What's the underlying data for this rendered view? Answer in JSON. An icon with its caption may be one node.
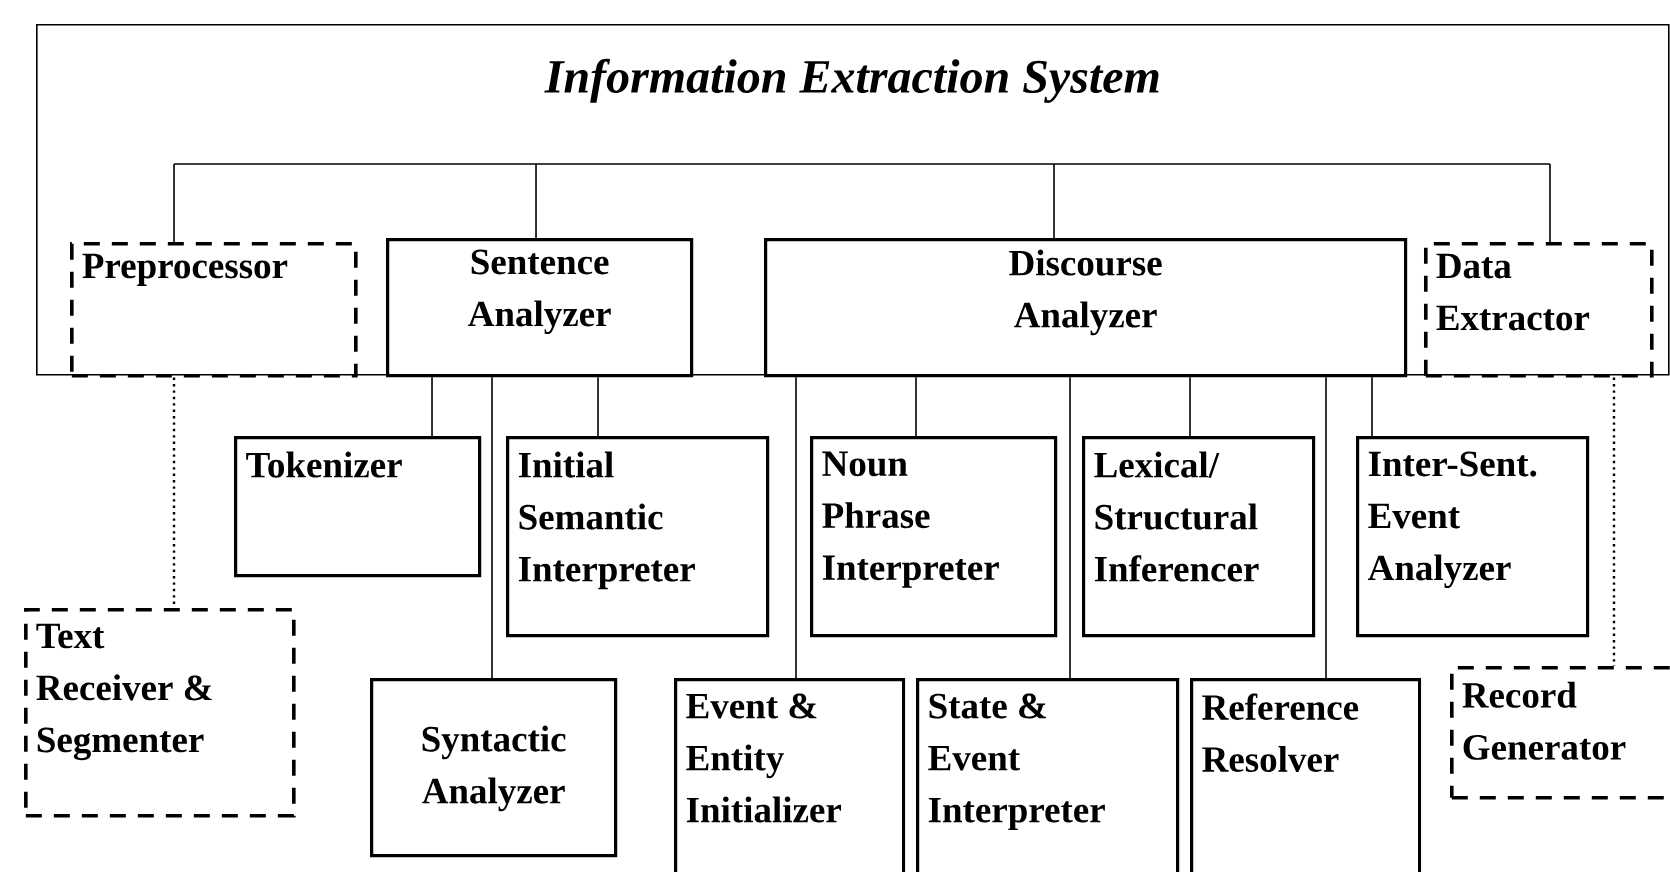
{
  "diagram": {
    "nodes": [
      {
        "text": [
          "Information Extraction System"
        ]
      },
      {
        "text": [
          "Preprocessor"
        ],
        "in": 0
      },
      {
        "text": [
          "Sentence Analyzer"
        ],
        "in": 0
      },
      {
        "text": [
          "Discourse Analyzer"
        ],
        "in": 0
      },
      {
        "text": [
          "Data Extractor"
        ],
        "in": 0
      },
      {
        "text": [
          "Tokenizer"
        ]
      },
      {
        "text": [
          "Initial Semantic Interpreter"
        ]
      },
      {
        "text": [
          "Noun Phrase Interpreter"
        ]
      },
      {
        "text": [
          "Lexical/ Structural Inferencer"
        ]
      },
      {
        "text": [
          "Inter-Sent. Event Analyzer"
        ]
      },
      {
        "text": [
          "Text Receiver & Segmenter"
        ]
      },
      {
        "text": [
          "Syntactic Analyzer"
        ]
      },
      {
        "text": [
          "Event & Entity Initializer"
        ]
      },
      {
        "text": [
          "State & Event Interpreter"
        ]
      },
      {
        "text": [
          "Reference Resolver"
        ]
      },
      {
        "text": [
          "Record Generator"
        ]
      }
    ],
    "edges": [
      {
        "from": null,
        "to": 1,
        "arrow": "none"
      },
      {
        "from": null,
        "to": 2,
        "arrow": "none"
      },
      {
        "from": null,
        "to": 3,
        "arrow": "none"
      },
      {
        "from": null,
        "to": 4,
        "arrow": "none"
      },
      {
        "from": 2,
        "to": 5,
        "arrow": "none"
      },
      {
        "from": 2,
        "to": 11,
        "arrow": "none"
      },
      {
        "from": 2,
        "to": 6,
        "arrow": "none"
      },
      {
        "from": 3,
        "to": 12,
        "arrow": "none"
      },
      {
        "from": 3,
        "to": 7,
        "arrow": "none"
      },
      {
        "from": 3,
        "to": 13,
        "arrow": "none"
      },
      {
        "from": 3,
        "to": 8,
        "arrow": "none"
      },
      {
        "from": 3,
        "to": 14,
        "arrow": "none"
      },
      {
        "from": 3,
        "to": 9,
        "arrow": "none"
      },
      {
        "from": 1,
        "to": 10,
        "arrow": "none",
        "style": "dashed"
      },
      {
        "from": 4,
        "to": 15,
        "arrow": "none",
        "style": "dashed"
      }
    ]
  }
}
